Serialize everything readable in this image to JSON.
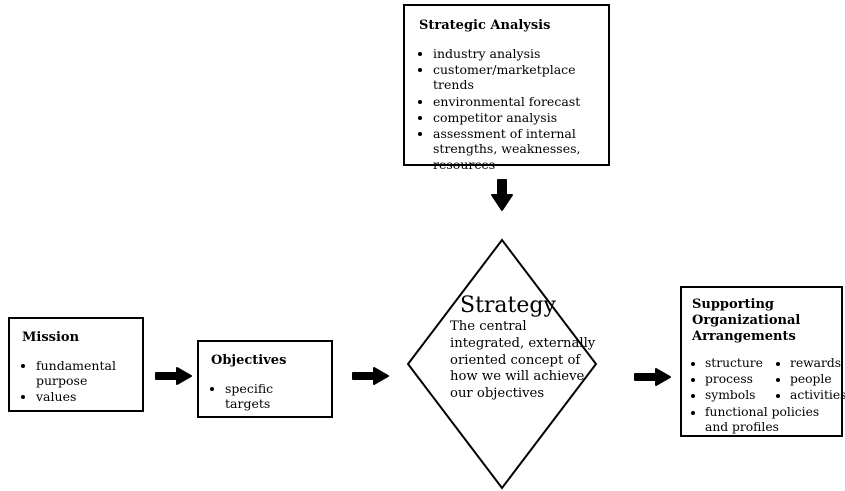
{
  "strategic_analysis": {
    "title": "Strategic Analysis",
    "bullets": [
      "industry analysis",
      "customer/marketplace trends",
      "environmental forecast",
      "competitor analysis",
      "assessment of internal strengths, weaknesses, resources"
    ]
  },
  "mission": {
    "title": "Mission",
    "bullets": [
      "fundamental purpose",
      "values"
    ]
  },
  "objectives": {
    "title": "Objectives",
    "bullets": [
      "specific targets"
    ]
  },
  "strategy": {
    "title": "Strategy",
    "description": "The central integrated, externally oriented concept of how we will achieve our objectives"
  },
  "supporting": {
    "title": "Supporting Organizational Arrangements",
    "bullets_col1": [
      "structure",
      "process",
      "symbols"
    ],
    "bullets_col2": [
      "rewards",
      "people",
      "activities"
    ],
    "bullets_full": [
      "functional policies and profiles"
    ]
  },
  "icons": {
    "flow_arrow": "arrow-right",
    "analysis_arrow": "arrow-down"
  },
  "colors": {
    "line": "#000000",
    "background": "#ffffff",
    "text": "#000000"
  }
}
